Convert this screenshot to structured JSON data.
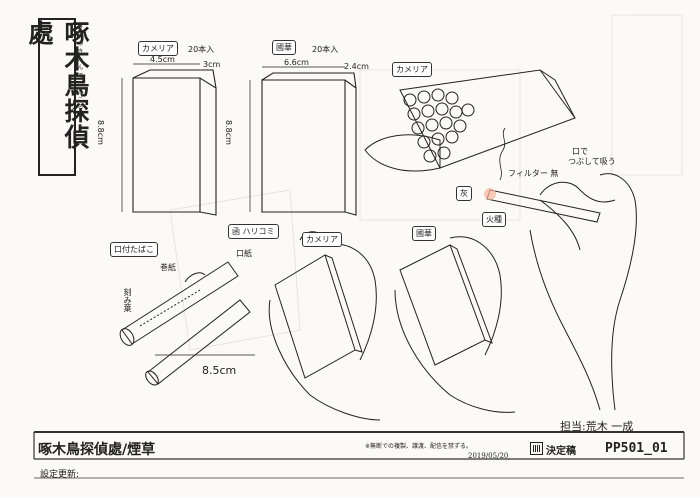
{
  "sheet": {
    "title": "啄木鳥探偵處",
    "title_ruby": "きつつきたんていどころ"
  },
  "labels": {
    "camellia_box": "カメリア",
    "camellia_count": "20本入",
    "shikishima_box": "國華",
    "shikishima_count": "20本入",
    "dim_width_cam": "4.5cm",
    "dim_depth_cam": "3cm",
    "dim_height_cam": "8.8cm",
    "dim_width_sk": "6.6cm",
    "dim_depth_sk": "2.4cm",
    "dim_height_sk": "8.8cm",
    "camellia_pack": "カメリア",
    "mouthpiece_title": "口付たばこ",
    "mouthpiece_paper_top": "口紙",
    "mouthpiece_paper_side": "巻紙",
    "mouthpiece_leaf": "刻み葉",
    "length": "8.5cm",
    "box_title": "函 ハリコミ",
    "hand_camellia": "カメリア",
    "hand_shikishima": "國華",
    "lit_note": "フィルター 無",
    "mouth_note": "口で",
    "mouth_note2": "つぶして吸う",
    "smoke_mark": "灰",
    "flame_mark": "火種"
  },
  "footer": {
    "staff": "担当:荒木 一成",
    "title": "啄木鳥探偵處/煙草",
    "notice": "※無断での複製、譲渡、配信を禁ずる。",
    "date": "2019/05/20",
    "status": "決定稿",
    "code": "PP501_01",
    "update_label": "設定更新:"
  }
}
